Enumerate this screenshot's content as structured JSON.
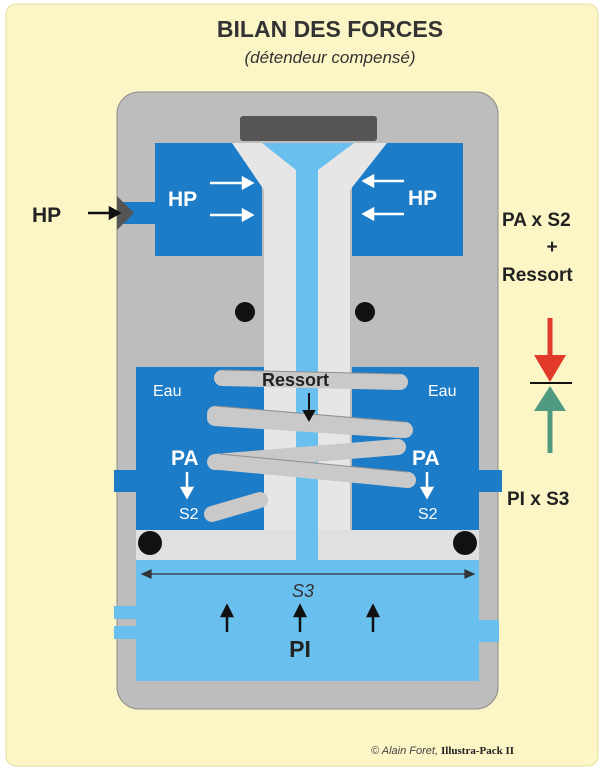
{
  "title": "BILAN DES FORCES",
  "subtitle": "(détendeur compensé)",
  "labels": {
    "hp_inlet": "HP",
    "hp_left": "HP",
    "hp_right": "HP",
    "ressort": "Ressort",
    "eau_left": "Eau",
    "eau_right": "Eau",
    "pa_left": "PA",
    "pa_right": "PA",
    "s2_left": "S2",
    "s2_right": "S2",
    "s3": "S3",
    "pi": "PI"
  },
  "forces": {
    "top_line1": "PA x S2",
    "top_line2": "+",
    "top_line3": "Ressort",
    "bottom": "PI x S3"
  },
  "credit": {
    "author": "© Alain Foret,",
    "brand": "Illustra-Pack II"
  },
  "colors": {
    "background": "#fcf5c5",
    "body": "#bdbdbd",
    "dark_blue": "#1c7cc8",
    "light_blue": "#69bfee",
    "cap": "#555555",
    "force_down": "#e23a2a",
    "force_up": "#4f9a80"
  }
}
